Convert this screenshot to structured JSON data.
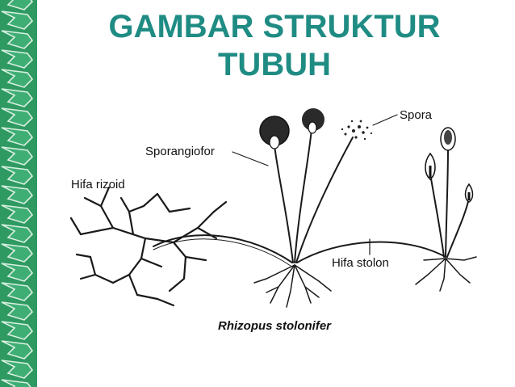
{
  "slide": {
    "title_line1": "GAMBAR STRUKTUR",
    "title_line2": "TUBUH",
    "title_color": "#1f8c84",
    "border_color": "#2e9a62"
  },
  "diagram": {
    "labels": {
      "spora": "Spora",
      "sporangiofor": "Sporangiofor",
      "hifa_rizoid": "Hifa rizoid",
      "hifa_stolon": "Hifa stolon"
    },
    "caption": "Rhizopus stolonifer"
  }
}
